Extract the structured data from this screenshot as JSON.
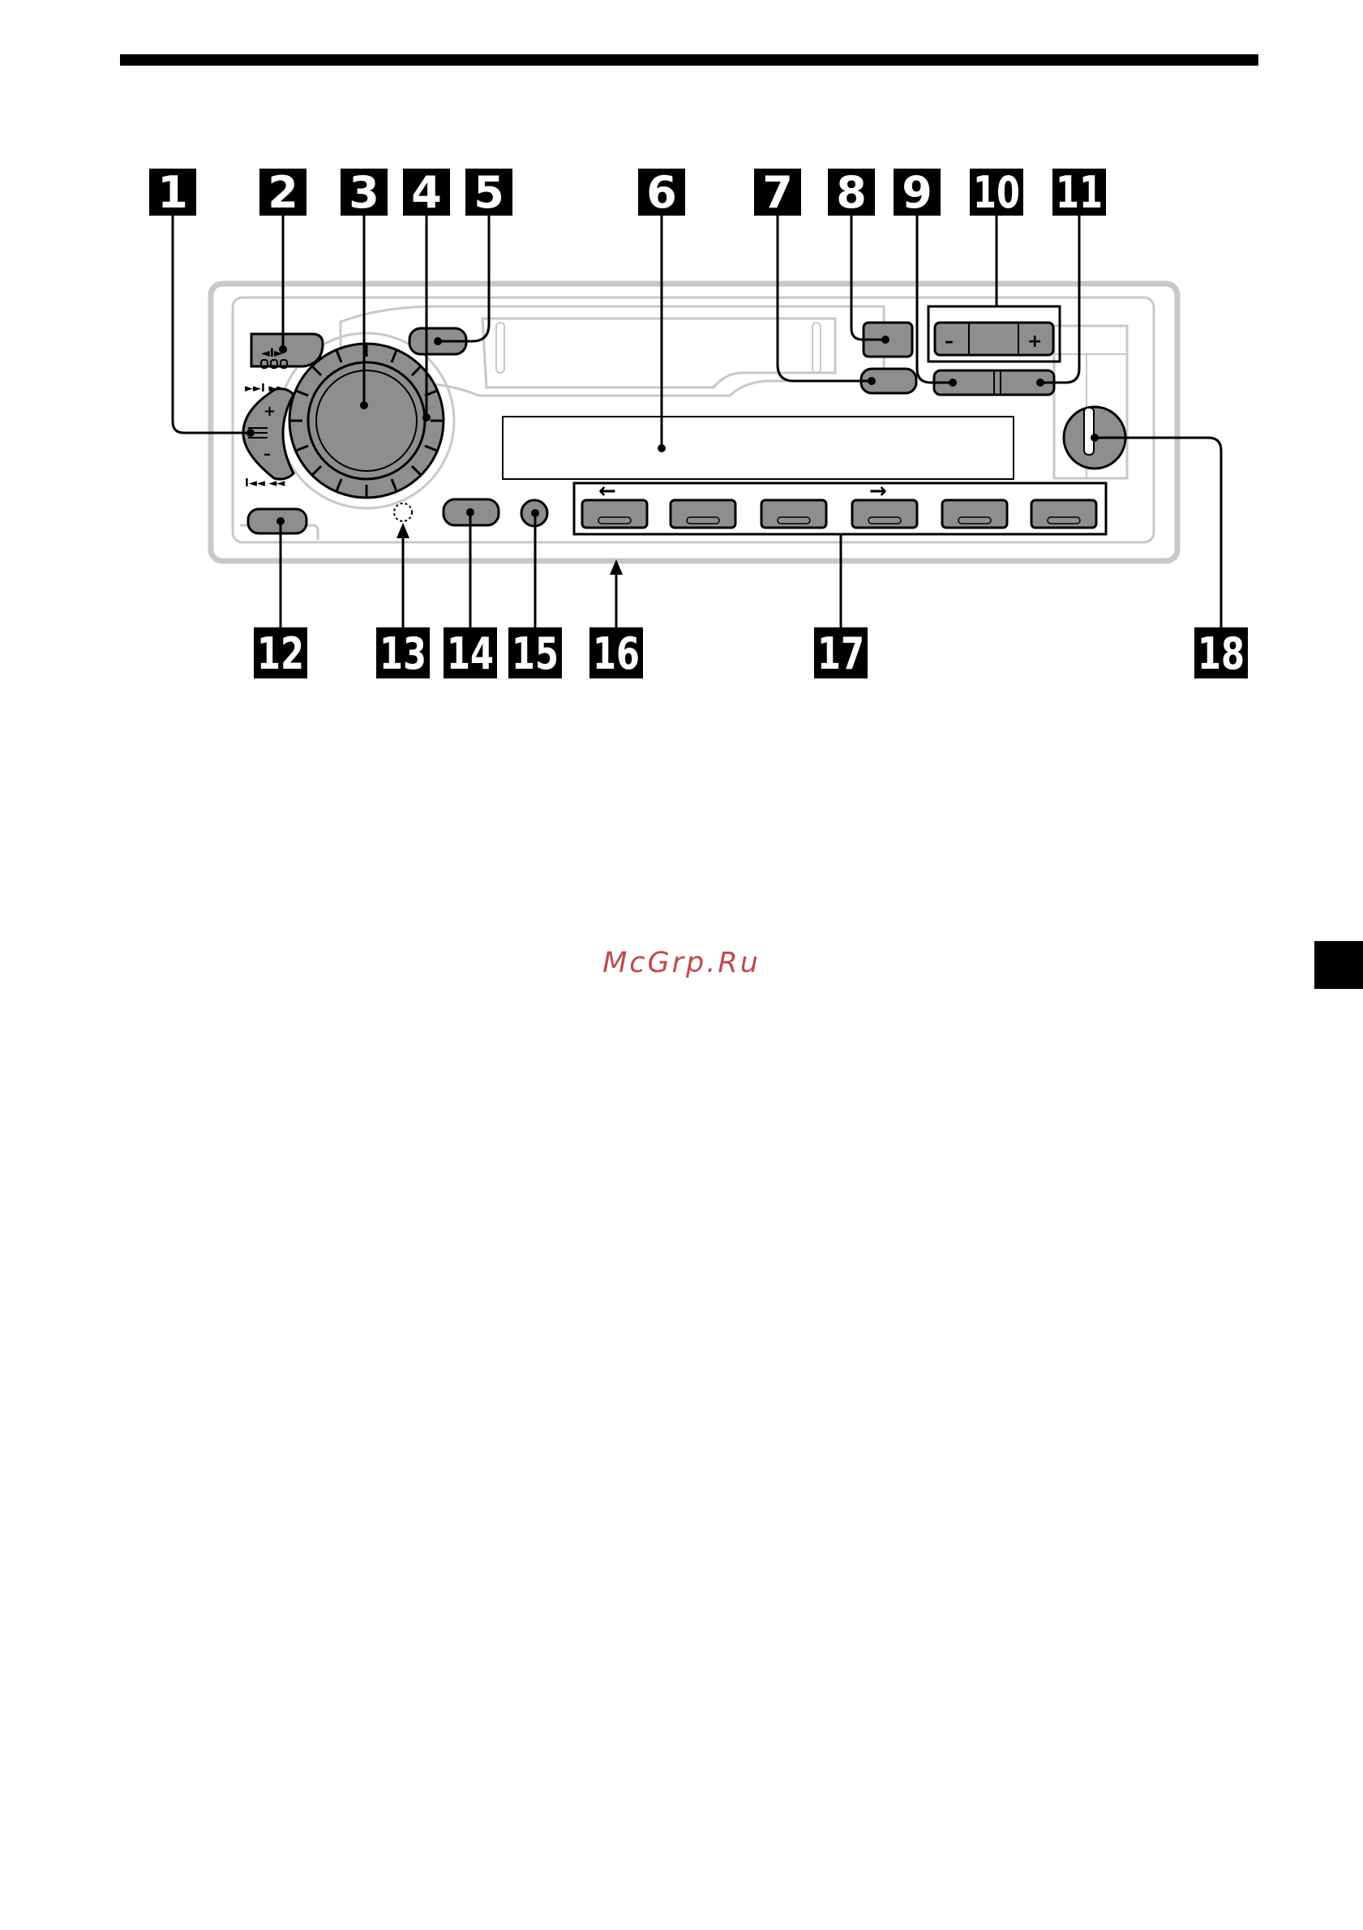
{
  "callouts": [
    "1",
    "2",
    "3",
    "4",
    "5",
    "6",
    "7",
    "8",
    "9",
    "10",
    "11",
    "12",
    "13",
    "14",
    "15",
    "16",
    "17",
    "18"
  ],
  "unit": {
    "seek_forward_symbols": "►►I ►►",
    "seek_back_symbols": "I◄◄ ◄◄",
    "plus_sign": "+",
    "minus_sign": "–",
    "eject_symbol": "◄I►",
    "preset_arrow_left": "←",
    "preset_arrow_right": "→",
    "rocker_minus": "–",
    "rocker_plus": "+"
  },
  "watermark": "McGrp.Ru"
}
